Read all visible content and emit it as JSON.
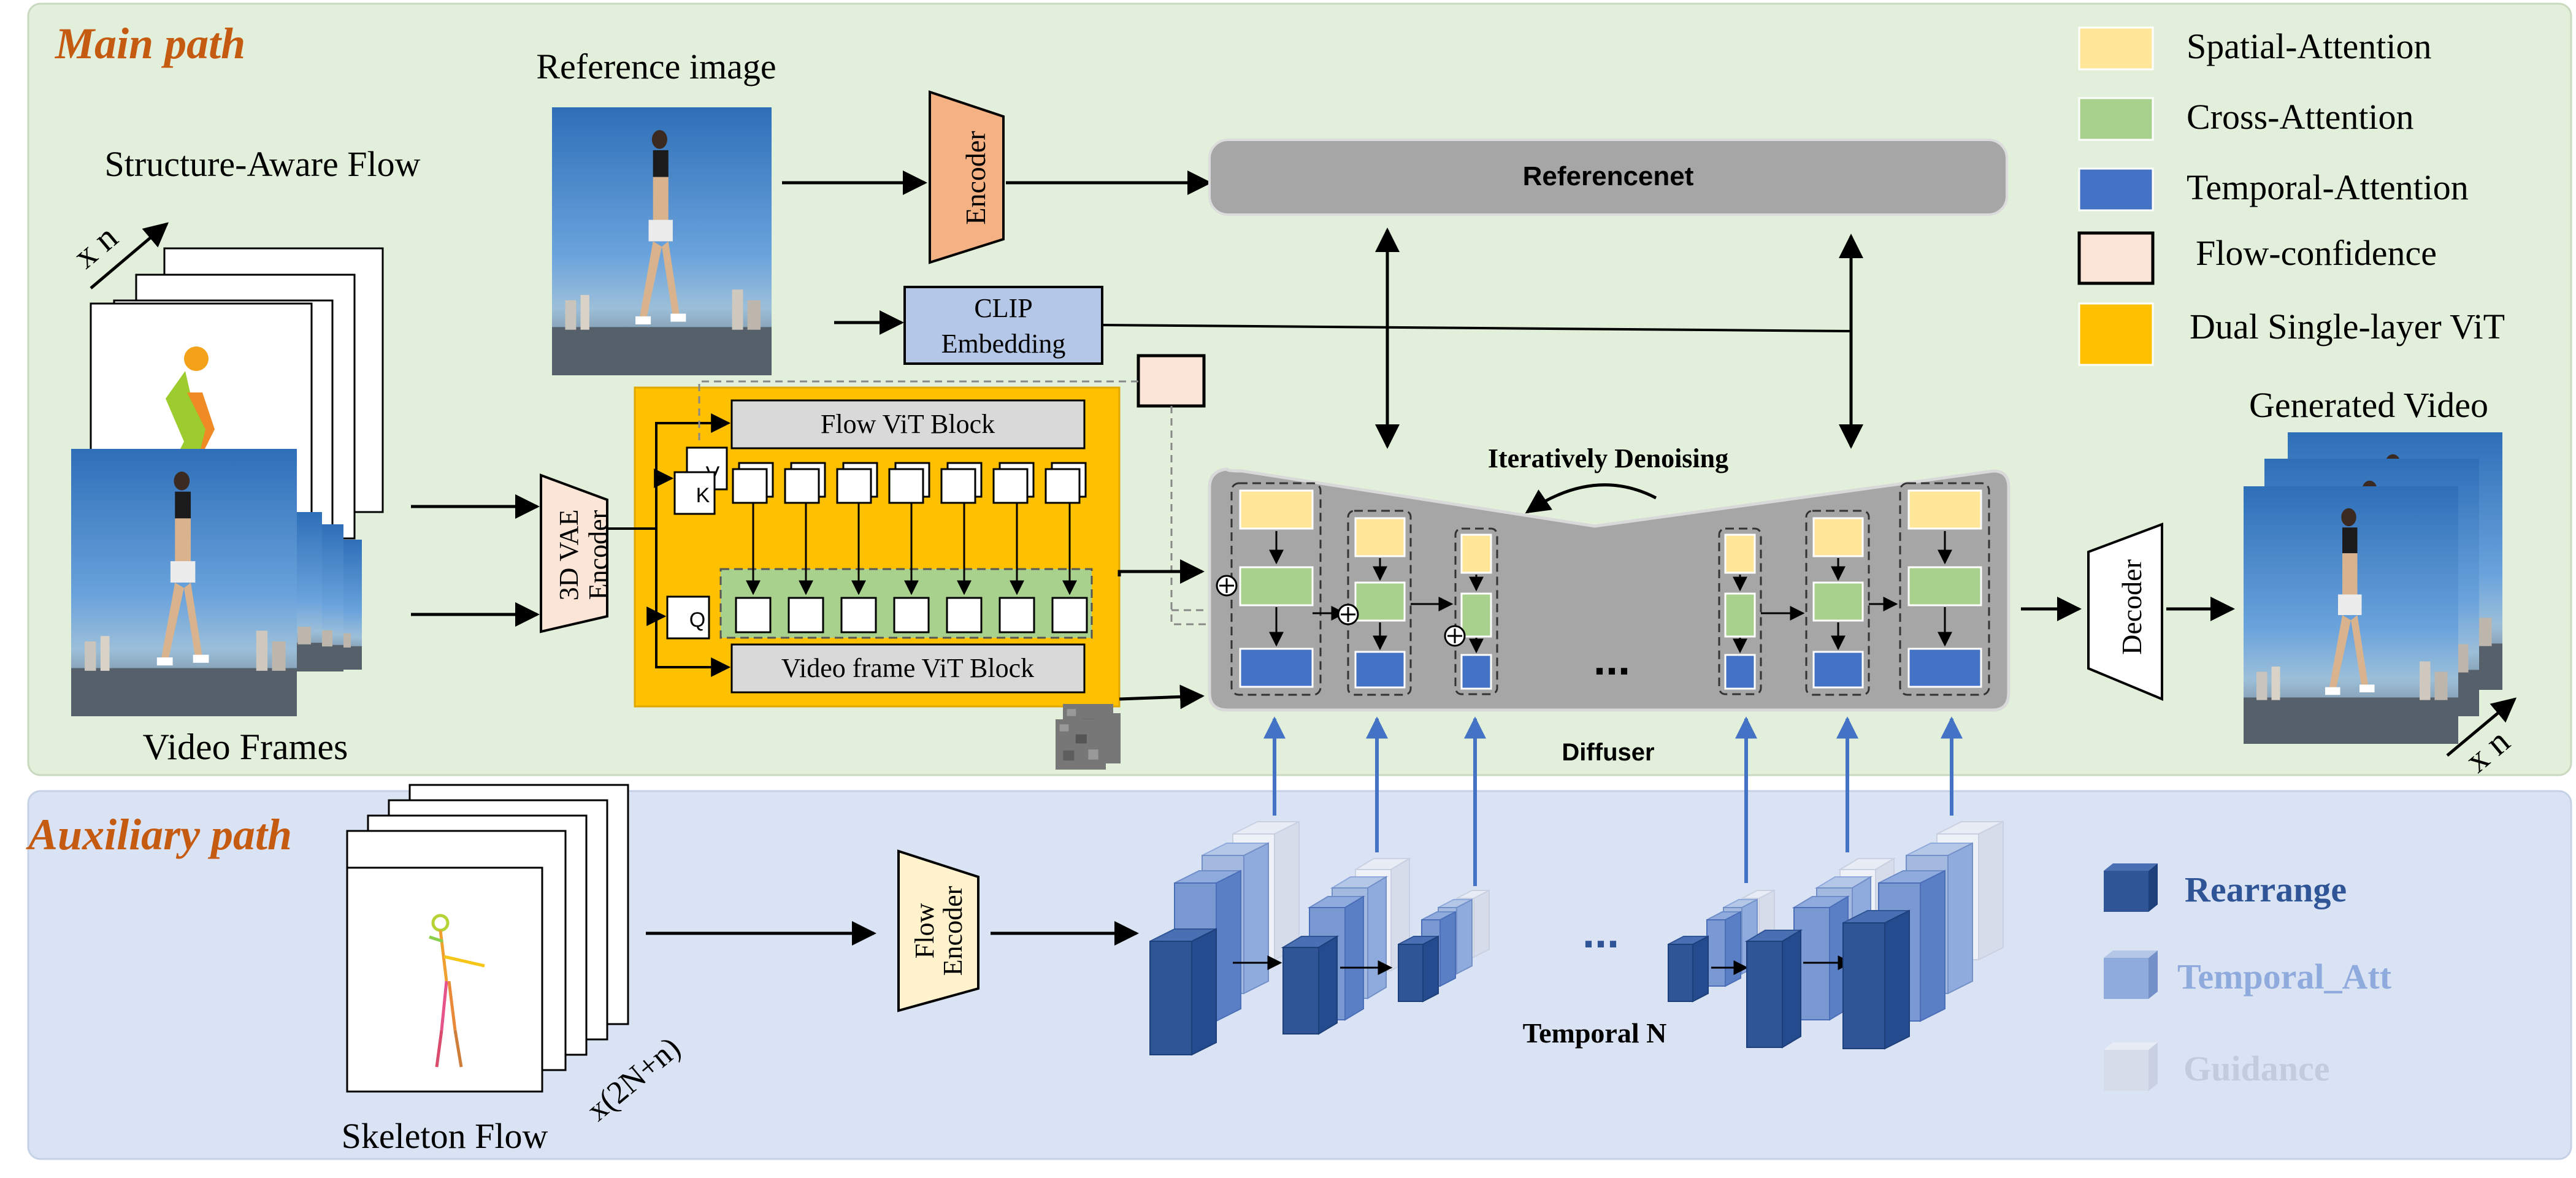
{
  "panels": {
    "main_title": "Main path",
    "aux_title": "Auxiliary path"
  },
  "main": {
    "reference_label": "Reference image",
    "structure_flow_label": "Structure-Aware Flow",
    "times_n": "x n",
    "video_frames_label": "Video Frames",
    "encoder_label": "Encoder",
    "referencenet_label": "Referencenet",
    "clip_line1": "CLIP",
    "clip_line2": "Embedding",
    "vae_line1": "3D VAE",
    "vae_line2": "Encoder",
    "flow_vit_label": "Flow ViT Block",
    "video_vit_label": "Video frame ViT Block",
    "v_label": "V",
    "k_label": "K",
    "q_label": "Q",
    "iter_label": "Iteratively Denoising",
    "dots": "...",
    "diffuser_label": "Diffuser",
    "decoder_label": "Decoder",
    "generated_label": "Generated Video",
    "generated_times_n": "x n"
  },
  "aux": {
    "skeleton_label": "Skeleton Flow",
    "times_2n": "x(2N+n)",
    "flow_enc_line1": "Flow",
    "flow_enc_line2": "Encoder",
    "dots": "...",
    "temporal_n": "Temporal N"
  },
  "legend": {
    "items": [
      {
        "label": "Spatial-Attention",
        "color": "#FFE699"
      },
      {
        "label": "Cross-Attention",
        "color": "#A9D18E"
      },
      {
        "label": "Temporal-Attention",
        "color": "#4472C4"
      },
      {
        "label": "Flow-confidence",
        "color": "#FBE5D6"
      },
      {
        "label": "Dual Single-layer ViT",
        "color": "#FFC000"
      }
    ]
  },
  "aux_legend": {
    "items": [
      {
        "label": "Rearrange",
        "color": "#2F5597"
      },
      {
        "label": "Temporal_Att",
        "color": "#8FAADC"
      },
      {
        "label": "Guidance",
        "color": "#D6DCEA"
      }
    ]
  }
}
